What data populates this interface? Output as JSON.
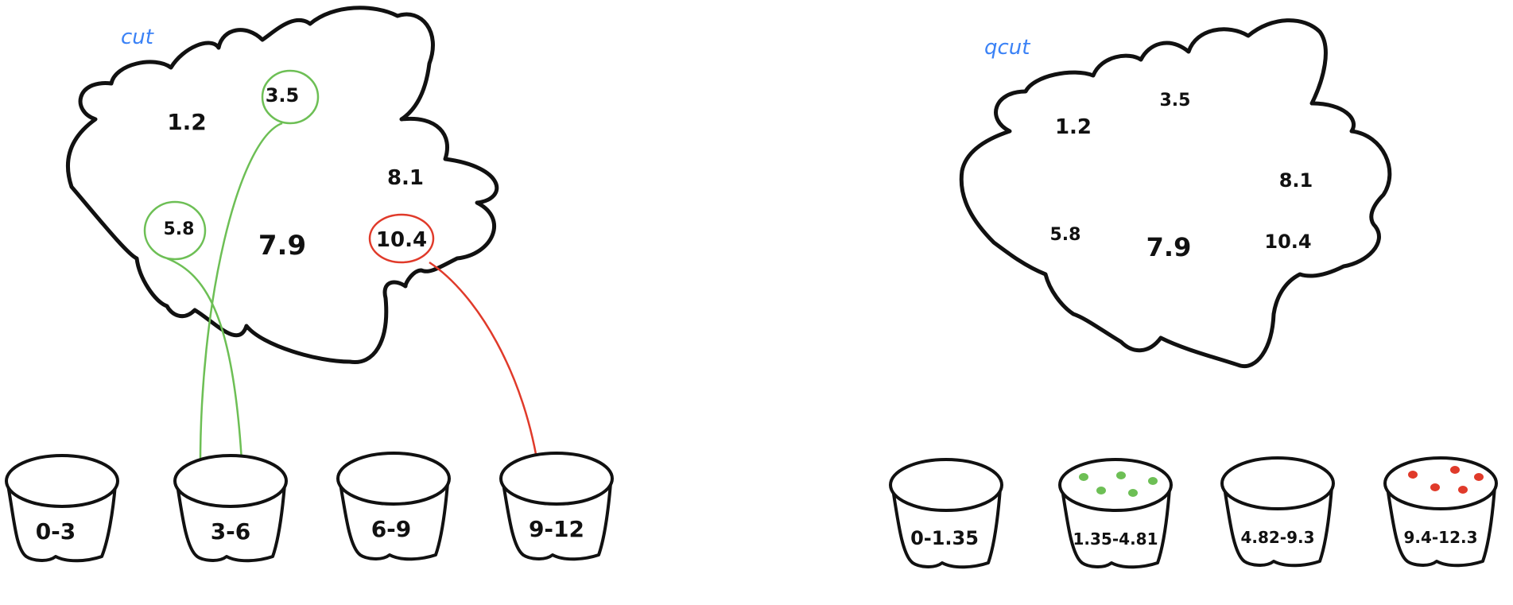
{
  "panels": [
    {
      "title": "cut",
      "values": [
        "1.2",
        "3.5",
        "8.1",
        "5.8",
        "7.9",
        "10.4"
      ],
      "buckets": [
        "0-3",
        "3-6",
        "6-9",
        "9-12"
      ]
    },
    {
      "title": "qcut",
      "values": [
        "1.2",
        "3.5",
        "8.1",
        "5.8",
        "7.9",
        "10.4"
      ],
      "buckets": [
        "0-1.35",
        "1.35-4.81",
        "4.82-9.3",
        "9.4-12.3"
      ]
    }
  ],
  "colors": {
    "green": "#6dbf55",
    "red": "#e03a2a",
    "title_blue": "#3b82f6",
    "ink": "#111111"
  }
}
